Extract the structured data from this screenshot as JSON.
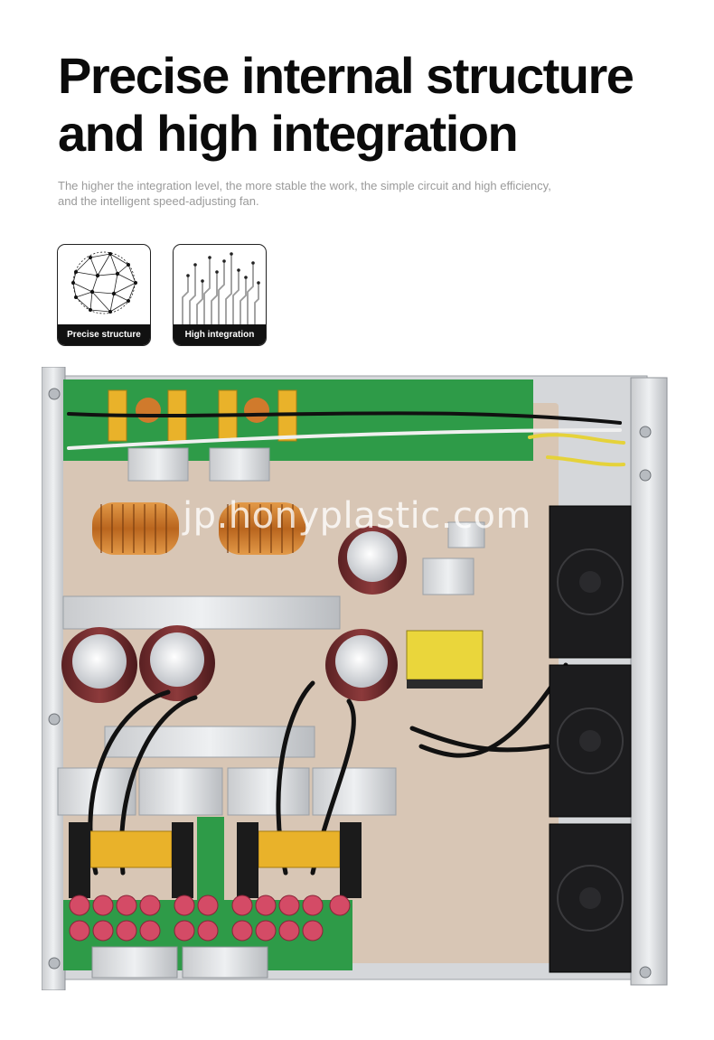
{
  "header": {
    "title_line1": "Precise internal structure",
    "title_line2": "and high integration",
    "subtitle_line1": "The higher the integration level, the more stable the work, the simple circuit and high efficiency,",
    "subtitle_line2": "and the intelligent speed-adjusting fan."
  },
  "badges": [
    {
      "label": "Precise structure",
      "icon": "geodesic-sphere-icon"
    },
    {
      "label": "High integration",
      "icon": "circuit-traces-icon"
    }
  ],
  "photo": {
    "caption": "",
    "watermark": "jp.honyplastic.com"
  },
  "colors": {
    "title": "#0b0b0b",
    "subtitle": "#9a9a9a",
    "badge_label_bg": "#111111",
    "pcb_green": "#2e9b48",
    "board_beige": "#d8c6b5",
    "capacitor": "#7a2f30",
    "fan": "#1c1c1e"
  }
}
